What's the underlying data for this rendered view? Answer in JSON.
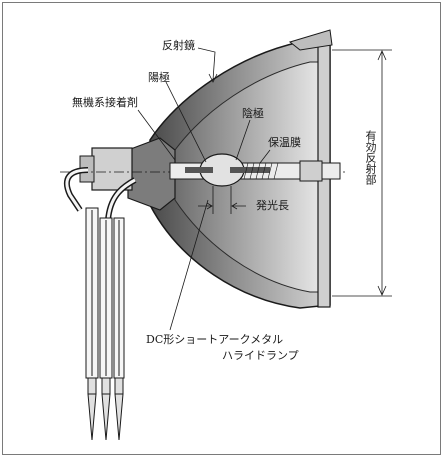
{
  "labels": {
    "reflector": "反射鏡",
    "cathode": "陰極",
    "inorganic_adhesive": "無機系接着剤",
    "anode": "陽極",
    "insulation_film": "保温膜",
    "arc_length": "発光長",
    "effective_reflection": "有効反射部",
    "lamp_line1": "DC形ショートアークメタル",
    "lamp_line2": "ハライドランプ"
  },
  "colors": {
    "line": "#1a1a1a",
    "shade": "#9a9a9a",
    "frame": "#7a7a7a"
  }
}
